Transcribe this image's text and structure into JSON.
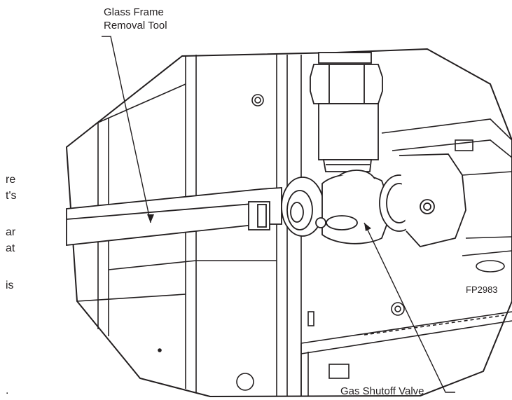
{
  "labels": {
    "tool_line1": "Glass Frame",
    "tool_line2": "Removal Tool",
    "valve": "Gas Shutoff Valve",
    "figure_id": "FP2983"
  },
  "text_fragments": [
    "re",
    "t's",
    "ar",
    "at",
    "is",
    "."
  ],
  "colors": {
    "line": "#231f20",
    "background": "#ffffff"
  },
  "icons": [
    "gas-shutoff-valve-illustration",
    "glass-frame-removal-tool-illustration"
  ]
}
